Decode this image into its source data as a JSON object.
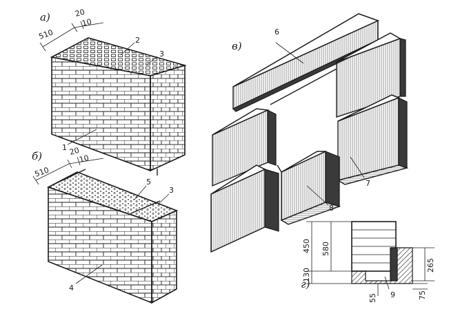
{
  "figure": {
    "labels": {
      "a": "а)",
      "b": "б)",
      "v": "в)",
      "g": "г)"
    },
    "callouts": {
      "n1": "1",
      "n2": "2",
      "n3a": "3",
      "n3b": "3",
      "n4": "4",
      "n5": "5",
      "n6": "6",
      "n7": "7",
      "n8": "8",
      "n9": "9"
    },
    "dimensions": {
      "a_510": "510",
      "a_20": "20",
      "a_10": "10",
      "b_510": "510",
      "b_20": "20",
      "b_10": "10",
      "g_450": "450",
      "g_580": "580",
      "g_130": "130",
      "g_265": "265",
      "g_55": "55",
      "g_75": "75"
    }
  }
}
